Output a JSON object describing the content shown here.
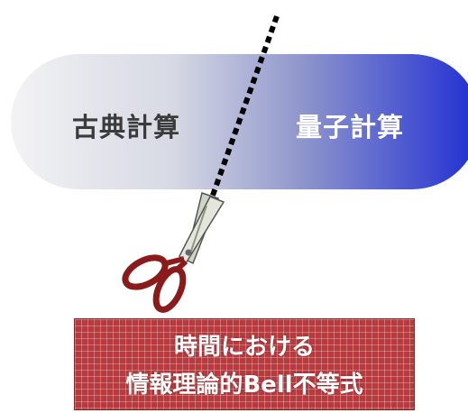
{
  "capsule": {
    "left_label": "古典計算",
    "right_label": "量子計算"
  },
  "box": {
    "line1": "時間における",
    "line2": "情報理論的Bell不等式"
  },
  "colors": {
    "capsule_left": "#f3f3f4",
    "capsule_right": "#1f2ed3",
    "box_fill": "#b63a3e",
    "cut_line": "#000000",
    "scissor_handle": "#8b1a1a"
  },
  "icons": [
    "scissors-icon",
    "dotted-cut-line"
  ]
}
